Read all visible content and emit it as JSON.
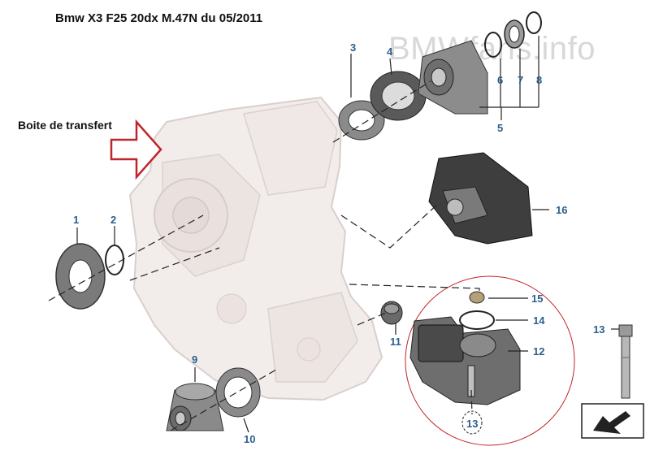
{
  "title": "Bmw X3 F25 20dx M.47N du 05/2011",
  "watermark": "BMWfans.info",
  "caption": "Boite de transfert",
  "labels": {
    "p1": "1",
    "p2": "2",
    "p3": "3",
    "p4": "4",
    "p5": "5",
    "p6": "6",
    "p7": "7",
    "p8": "8",
    "p9": "9",
    "p10": "10",
    "p11": "11",
    "p12": "12",
    "p13": "13",
    "p13b": "13",
    "p14": "14",
    "p15": "15",
    "p16": "16"
  },
  "colors": {
    "label_blue": "#2c5f8e",
    "arrow_red": "#c0242a",
    "detail_circle": "#c0242a",
    "housing_fill": "#f2ecea"
  },
  "icons": {
    "arrow": "direction-arrow-icon"
  }
}
